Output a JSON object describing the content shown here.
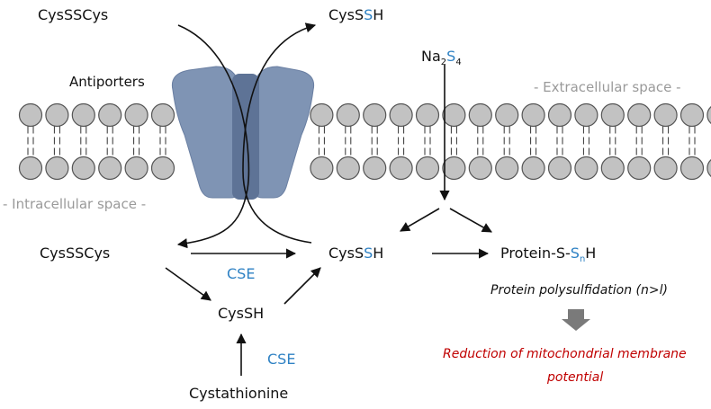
{
  "colors": {
    "text": "#111111",
    "accent_blue": "#2f82c4",
    "red": "#c00000",
    "gray_text": "#9a9a9a",
    "membrane_head_fill": "#c2c2c2",
    "membrane_head_stroke": "#555555",
    "transporter": "#7f94b4",
    "transporter_dark": "#5e7396",
    "down_arrow": "#7a7a7a"
  },
  "labels": {
    "top_left": "CysSSCys",
    "top_right_prefix": "CysS",
    "top_right_s": "S",
    "top_right_suffix": "H",
    "antiporters": "Antiporters",
    "na2s4_na": "Na",
    "na2s4_sub2": "2",
    "na2s4_s": "S",
    "na2s4_sub4": "4",
    "extracellular": "- Extracellular space -",
    "intracellular": "- Intracellular space -",
    "mid_left": "CysSSCys",
    "cse_top": "CSE",
    "mid_center_prefix": "CysS",
    "mid_center_s": "S",
    "mid_center_suffix": "H",
    "protein_prefix": "Protein-S-",
    "protein_s": "S",
    "protein_sub": "n",
    "protein_suffix": "H",
    "polysulfidation": "Protein polysulfidation (n>l)",
    "cyssh": "CysSH",
    "cse_bottom": "CSE",
    "cystathionine": "Cystathionine",
    "reduction_line1": "Reduction of mitochondrial membrane",
    "reduction_line2": "potential"
  }
}
